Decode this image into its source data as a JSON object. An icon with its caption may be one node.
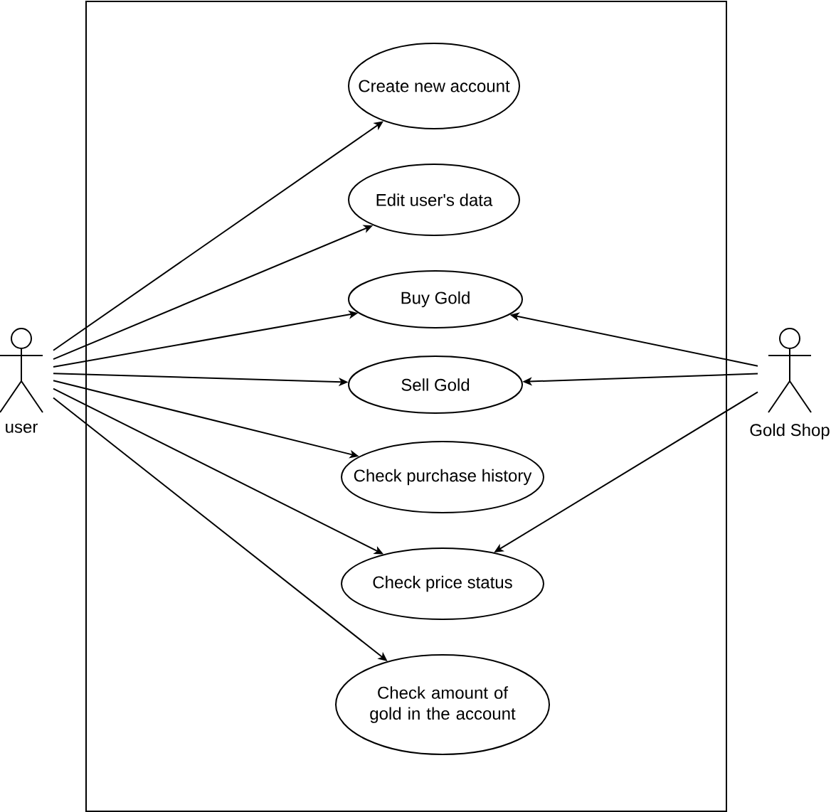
{
  "diagram": {
    "nodes": [
      {
        "text": [],
        "shape": "box"
      },
      {
        "text": [
          "user"
        ]
      },
      {
        "text": [
          "Create new account"
        ],
        "in": 0
      },
      {
        "text": [
          "Edit user's data"
        ],
        "in": 0
      },
      {
        "text": [
          "Buy Gold"
        ],
        "in": 0
      },
      {
        "text": [
          "Sell Gold"
        ],
        "in": 0
      },
      {
        "text": [
          "Check purchase history"
        ],
        "in": 0
      },
      {
        "text": [
          "Check price status"
        ],
        "in": 0
      },
      {
        "text": [
          "Check amount of gold in the account"
        ],
        "in": 0
      },
      {
        "text": [
          "Gold Shop"
        ]
      }
    ],
    "edges": [
      {
        "from": 1,
        "to": 2,
        "arrow": "to"
      },
      {
        "from": 1,
        "to": 3,
        "arrow": "to"
      },
      {
        "from": 1,
        "to": 4,
        "arrow": "to"
      },
      {
        "from": 1,
        "to": 5,
        "arrow": "to"
      },
      {
        "from": 1,
        "to": 6,
        "arrow": "to"
      },
      {
        "from": 1,
        "to": 7,
        "arrow": "to"
      },
      {
        "from": 1,
        "to": 8,
        "arrow": "to"
      },
      {
        "from": 9,
        "to": 4,
        "arrow": "to"
      },
      {
        "from": 9,
        "to": 5,
        "arrow": "to"
      },
      {
        "from": 9,
        "to": 7,
        "arrow": "to"
      }
    ]
  }
}
